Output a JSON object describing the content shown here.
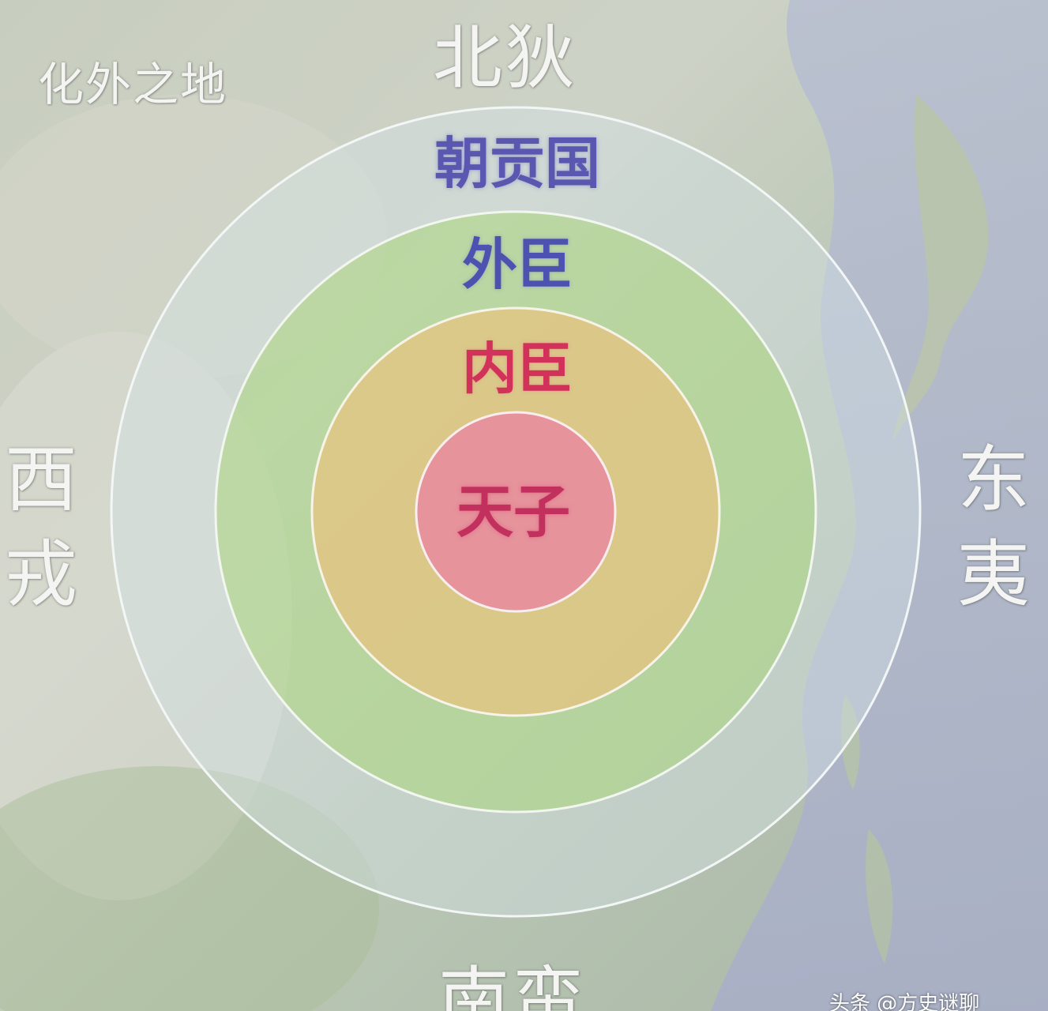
{
  "labels": {
    "huawai": "化外之地",
    "north": "北狄",
    "west": "西戎",
    "east": "东夷",
    "south": "南蛮"
  },
  "rings": {
    "tributary": "朝贡国",
    "outer_ministers": "外臣",
    "inner_ministers": "内臣",
    "emperor": "天子"
  },
  "colors": {
    "tributary_ring": "#c8dde0",
    "outer_ring": "#a8d47a",
    "inner_ring": "#f0c27a",
    "center": "#e58aa0"
  },
  "watermark": "头条 @方史谜聊"
}
